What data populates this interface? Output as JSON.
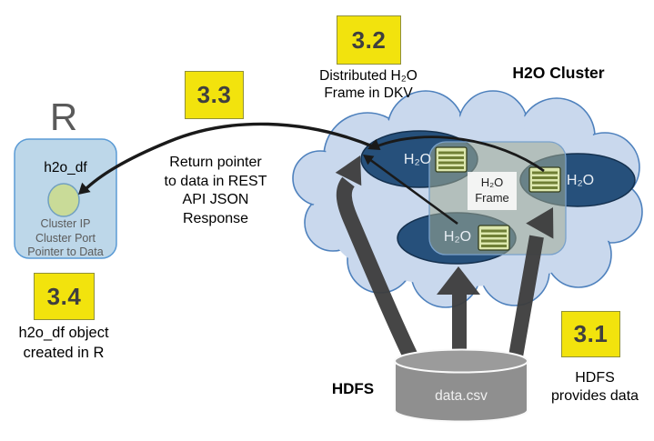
{
  "r_client": {
    "runtime_label": "R",
    "object_label": "h2o_df",
    "pointer_fields": [
      "Cluster IP",
      "Cluster Port",
      "Pointer to Data"
    ]
  },
  "cluster": {
    "title": "H2O Cluster",
    "node_label": "H₂O",
    "frame_label_lines": [
      "H₂O",
      "Frame"
    ]
  },
  "steps": {
    "s1": {
      "badge": "3.1",
      "caption": [
        "HDFS",
        "provides data"
      ]
    },
    "s2": {
      "badge": "3.2",
      "caption": [
        "Distributed H₂O",
        "Frame in DKV"
      ]
    },
    "s3": {
      "badge": "3.3",
      "caption": [
        "Return pointer",
        "to data in REST",
        "API JSON",
        "Response"
      ]
    },
    "s4": {
      "badge": "3.4",
      "caption": [
        "h2o_df object",
        "created in R"
      ]
    }
  },
  "storage": {
    "system_label": "HDFS",
    "file_label": "data.csv"
  },
  "icons": {
    "dataframe_chunk": "striped-dataframe-chunk-icon",
    "pointer_dot": "pointer-dot-icon"
  },
  "colors": {
    "badge_yellow": "#F2E30D",
    "cloud_blue": "#C9D8ED",
    "cloud_border": "#4E81BD",
    "node_navy": "#26507B",
    "frame_box_sage": "#B3C0B4",
    "chunk_green": "#DCE7AD",
    "chunk_stripe": "#6F7F35",
    "arrow_charcoal": "#3D3D3D",
    "cylinder_gray": "#8F8F8F",
    "r_box_blue": "#BDD7E9",
    "pointer_green": "#C9DB98",
    "muted_text": "#5A5A5A"
  }
}
